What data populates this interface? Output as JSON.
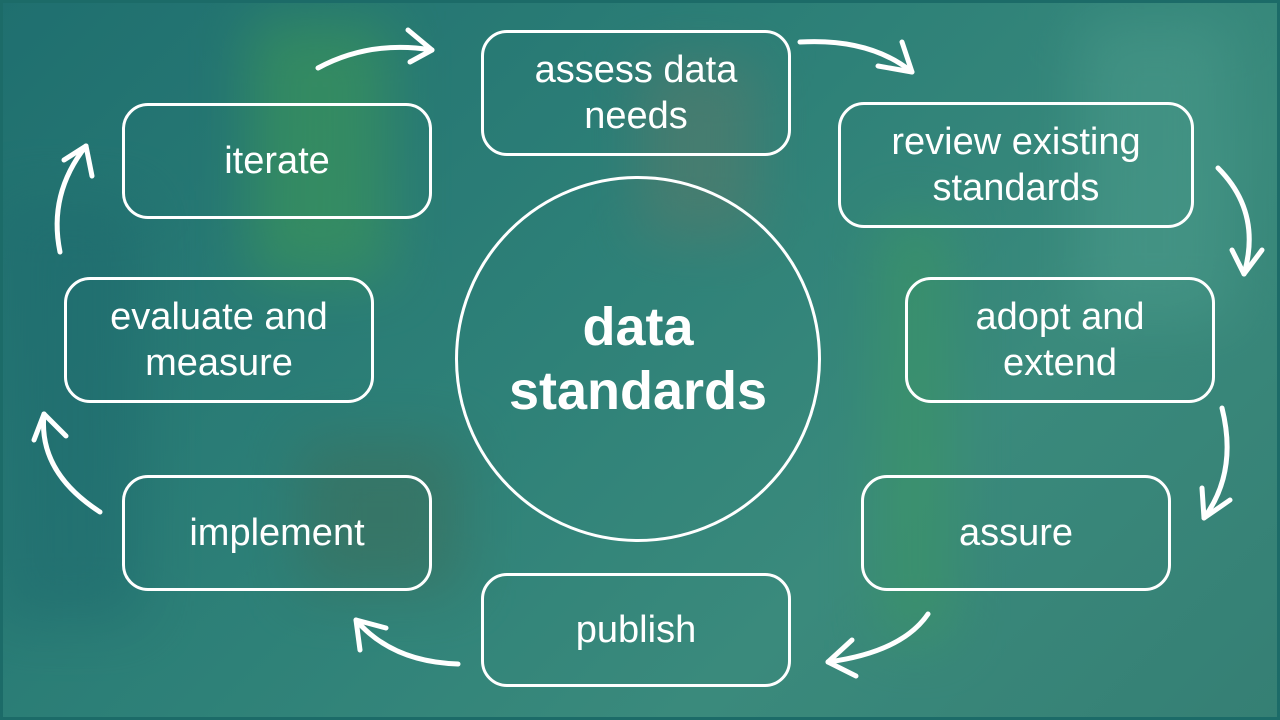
{
  "center": {
    "label": "data standards"
  },
  "steps": [
    {
      "id": "assess",
      "label": "assess data needs"
    },
    {
      "id": "review",
      "label": "review existing standards"
    },
    {
      "id": "adopt",
      "label": "adopt and extend"
    },
    {
      "id": "assure",
      "label": "assure"
    },
    {
      "id": "publish",
      "label": "publish"
    },
    {
      "id": "implement",
      "label": "implement"
    },
    {
      "id": "evaluate",
      "label": "evaluate and measure"
    },
    {
      "id": "iterate",
      "label": "iterate"
    }
  ],
  "colors": {
    "background": "#2a7a74",
    "stroke": "#ffffff",
    "text": "#ffffff"
  },
  "icons": [
    "curved-arrow-icon"
  ]
}
